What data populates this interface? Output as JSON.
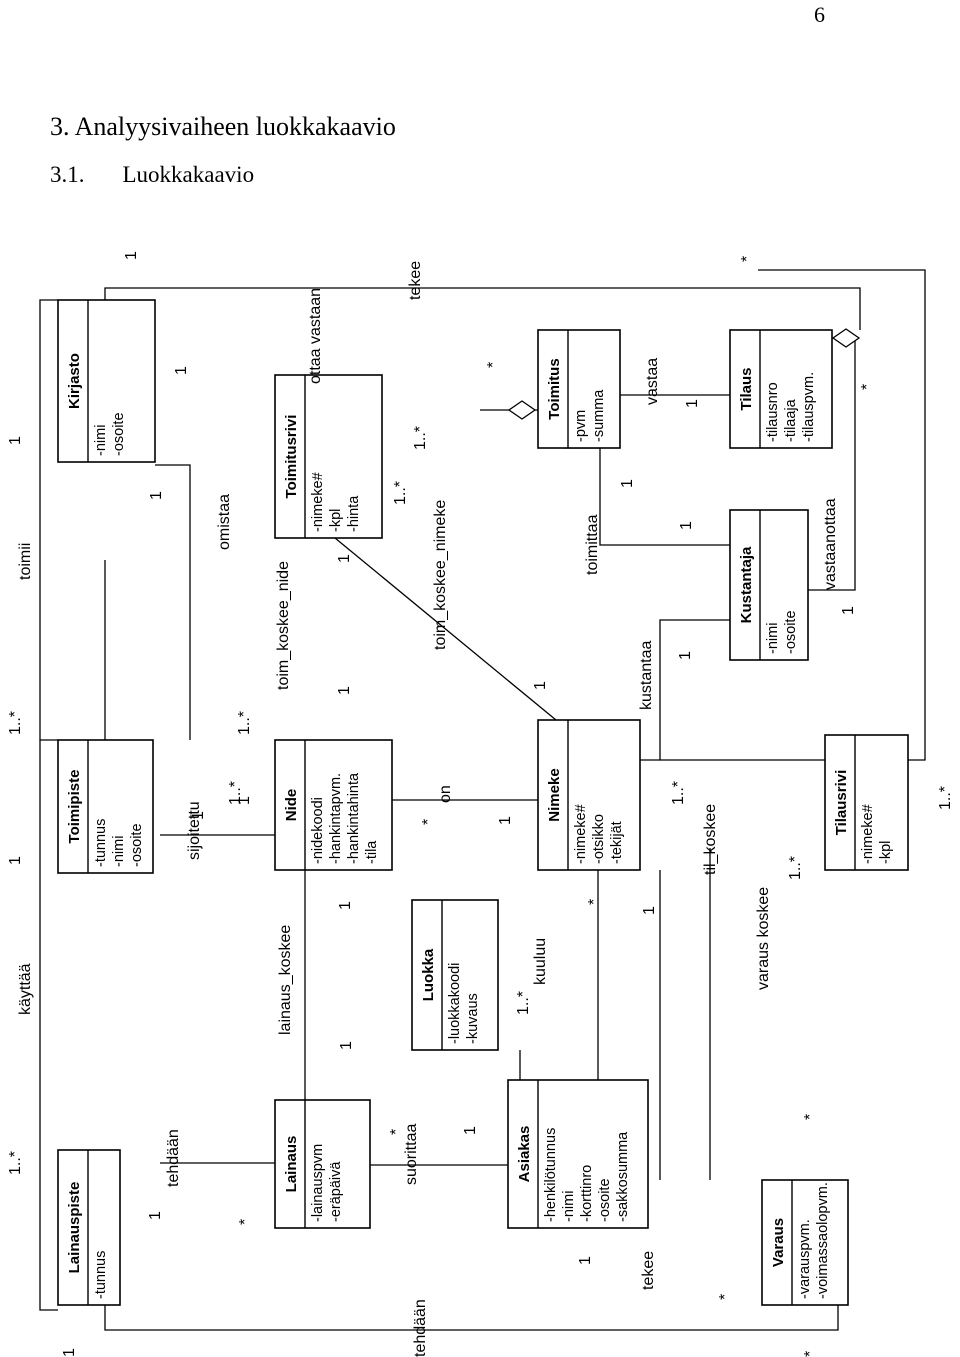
{
  "page": {
    "number": "6",
    "heading": "3. Analyysivaiheen luokkakaavio",
    "subheading_number": "3.1.",
    "subheading_title": "Luokkakaavio"
  },
  "classes": [
    {
      "id": "lainauspiste",
      "name": "Lainauspiste",
      "attributes": [
        "-tunnus"
      ]
    },
    {
      "id": "toimipiste",
      "name": "Toimipiste",
      "attributes": [
        "-tunnus",
        "-nimi",
        "-osoite"
      ]
    },
    {
      "id": "kirjasto",
      "name": "Kirjasto",
      "attributes": [
        "-nimi",
        "-osoite"
      ]
    },
    {
      "id": "lainaus",
      "name": "Lainaus",
      "attributes": [
        "-lainauspvm",
        "-eräpäivä"
      ]
    },
    {
      "id": "nide",
      "name": "Nide",
      "attributes": [
        "-nidekoodi",
        "-hankintapvm.",
        "-hankintahinta",
        "-tila"
      ]
    },
    {
      "id": "toimitusrivi",
      "name": "Toimitusrivi",
      "attributes": [
        "-nimeke#",
        "-kpl",
        "-hinta"
      ]
    },
    {
      "id": "luokka",
      "name": "Luokka",
      "attributes": [
        "-luokkakoodi",
        "-kuvaus"
      ]
    },
    {
      "id": "asiakas",
      "name": "Asiakas",
      "attributes": [
        "-henkilötunnus",
        "-nimi",
        "-korttinro",
        "-osoite",
        "-sakkosumma"
      ]
    },
    {
      "id": "nimeke",
      "name": "Nimeke",
      "attributes": [
        "-nimeke#",
        "-otsikko",
        "-tekijät"
      ]
    },
    {
      "id": "toimitus",
      "name": "Toimitus",
      "attributes": [
        "-pvm",
        "-summa"
      ]
    },
    {
      "id": "kustantaja",
      "name": "Kustantaja",
      "attributes": [
        "-nimi",
        "-osoite"
      ]
    },
    {
      "id": "tilaus",
      "name": "Tilaus",
      "attributes": [
        "-tilausnro",
        "-tilaaja",
        "-tilauspvm."
      ]
    },
    {
      "id": "varaus",
      "name": "Varaus",
      "attributes": [
        "-varauspvm.",
        "-voimassaolopvm."
      ]
    },
    {
      "id": "tilausrivi",
      "name": "Tilausrivi",
      "attributes": [
        "-nimeke#",
        "-kpl"
      ]
    }
  ],
  "labels": [
    {
      "id": "kayttaa",
      "text": "käyttää"
    },
    {
      "id": "toimii",
      "text": "toimii"
    },
    {
      "id": "tehdaan1",
      "text": "tehdään"
    },
    {
      "id": "sijoitettu",
      "text": "sijoitettu"
    },
    {
      "id": "omistaa",
      "text": "omistaa"
    },
    {
      "id": "lainaus_koskee",
      "text": "lainaus_koskee"
    },
    {
      "id": "toim_koskee_nide",
      "text": "toim_koskee_nide"
    },
    {
      "id": "ottaa_vastaan",
      "text": "ottaa vastaan"
    },
    {
      "id": "tekee_top",
      "text": "tekee"
    },
    {
      "id": "toim_koskee_nimeke",
      "text": "toim_koskee_nimeke"
    },
    {
      "id": "on",
      "text": "on"
    },
    {
      "id": "kuuluu",
      "text": "kuuluu"
    },
    {
      "id": "suorittaa",
      "text": "suorittaa"
    },
    {
      "id": "tehdaan2",
      "text": "tehdään"
    },
    {
      "id": "toimittaa",
      "text": "toimittaa"
    },
    {
      "id": "vastaa",
      "text": "vastaa"
    },
    {
      "id": "kustantaa",
      "text": "kustantaa"
    },
    {
      "id": "til_koskee",
      "text": "til_koskee"
    },
    {
      "id": "varaus_koskee",
      "text": "varaus koskee"
    },
    {
      "id": "vastaanottaa",
      "text": "vastaanottaa"
    },
    {
      "id": "tekee_bottom",
      "text": "tekee"
    }
  ],
  "multiplicities": [
    {
      "id": "m1",
      "text": "1"
    },
    {
      "id": "m2",
      "text": "1..*"
    },
    {
      "id": "m3",
      "text": "1"
    },
    {
      "id": "m4",
      "text": "1..*"
    },
    {
      "id": "m5",
      "text": "1"
    },
    {
      "id": "m6",
      "text": "1"
    },
    {
      "id": "m7",
      "text": "1"
    },
    {
      "id": "m8",
      "text": "1"
    },
    {
      "id": "m9",
      "text": "*"
    },
    {
      "id": "m10",
      "text": "1"
    },
    {
      "id": "m11",
      "text": "1..*"
    },
    {
      "id": "m12",
      "text": "1..*"
    },
    {
      "id": "m13",
      "text": "1"
    },
    {
      "id": "m14",
      "text": "1"
    },
    {
      "id": "m15",
      "text": "1"
    },
    {
      "id": "m16",
      "text": "1"
    },
    {
      "id": "m17",
      "text": "1"
    },
    {
      "id": "m18",
      "text": "1"
    },
    {
      "id": "m19",
      "text": "1..*"
    },
    {
      "id": "m20",
      "text": "1..*"
    },
    {
      "id": "m21",
      "text": "*"
    },
    {
      "id": "m22",
      "text": "*"
    },
    {
      "id": "m23",
      "text": "1"
    },
    {
      "id": "m24",
      "text": "1"
    },
    {
      "id": "m25",
      "text": "1..*"
    },
    {
      "id": "m26",
      "text": "*"
    },
    {
      "id": "m27",
      "text": "1"
    },
    {
      "id": "m28",
      "text": "1"
    },
    {
      "id": "m29",
      "text": "*"
    },
    {
      "id": "m30",
      "text": "1"
    },
    {
      "id": "m31",
      "text": "1"
    },
    {
      "id": "m32",
      "text": "1"
    },
    {
      "id": "m33",
      "text": "1"
    },
    {
      "id": "m34",
      "text": "1..*"
    },
    {
      "id": "m35",
      "text": "1"
    },
    {
      "id": "m36",
      "text": "1..*"
    },
    {
      "id": "m37",
      "text": "*"
    },
    {
      "id": "m38",
      "text": "*"
    },
    {
      "id": "m39",
      "text": "1"
    },
    {
      "id": "m40",
      "text": "*"
    },
    {
      "id": "m41",
      "text": "1..*"
    },
    {
      "id": "m42",
      "text": "*"
    },
    {
      "id": "m43",
      "text": "*"
    }
  ]
}
